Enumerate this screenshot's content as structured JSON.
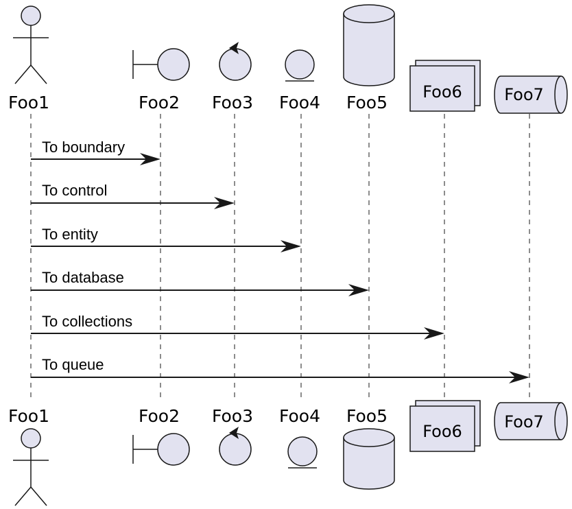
{
  "participants": [
    {
      "name": "Foo1",
      "kind": "actor"
    },
    {
      "name": "Foo2",
      "kind": "boundary"
    },
    {
      "name": "Foo3",
      "kind": "control"
    },
    {
      "name": "Foo4",
      "kind": "entity"
    },
    {
      "name": "Foo5",
      "kind": "database"
    },
    {
      "name": "Foo6",
      "kind": "collections"
    },
    {
      "name": "Foo7",
      "kind": "queue"
    }
  ],
  "messages": [
    {
      "from": "Foo1",
      "to": "Foo2",
      "label": "To boundary"
    },
    {
      "from": "Foo1",
      "to": "Foo3",
      "label": "To control"
    },
    {
      "from": "Foo1",
      "to": "Foo4",
      "label": "To entity"
    },
    {
      "from": "Foo1",
      "to": "Foo5",
      "label": "To database"
    },
    {
      "from": "Foo1",
      "to": "Foo6",
      "label": "To collections"
    },
    {
      "from": "Foo1",
      "to": "Foo7",
      "label": "To queue"
    }
  ],
  "colors": {
    "participant_fill": "#e2e2f0",
    "stroke": "#181818",
    "text": "#000000"
  }
}
